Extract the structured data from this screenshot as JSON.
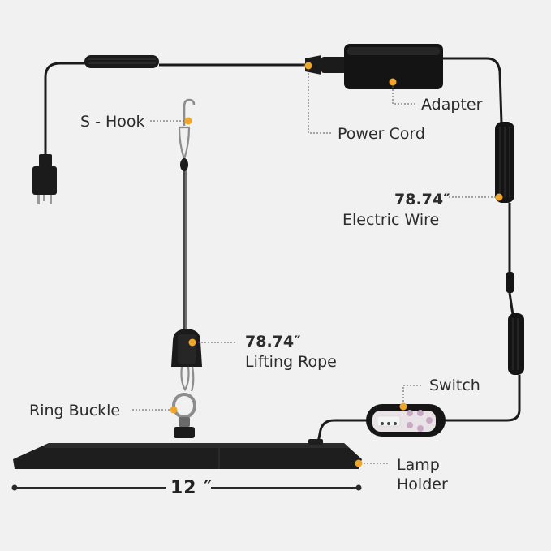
{
  "labels": {
    "s_hook": "S - Hook",
    "adapter": "Adapter",
    "power_cord": "Power Cord",
    "wire_length": "78.74″",
    "electric_wire": "Electric Wire",
    "rope_length": "78.74″",
    "lifting_rope": "Lifting Rope",
    "switch": "Switch",
    "ring_buckle": "Ring Buckle",
    "lamp_holder_line1": "Lamp",
    "lamp_holder_line2": "Holder",
    "width": "12 ″"
  },
  "colors": {
    "background": "#f1f1f1",
    "marker": "#f0a52b",
    "cable": "#1b1b1b",
    "leader": "#555555",
    "text": "#2c2c2c"
  }
}
